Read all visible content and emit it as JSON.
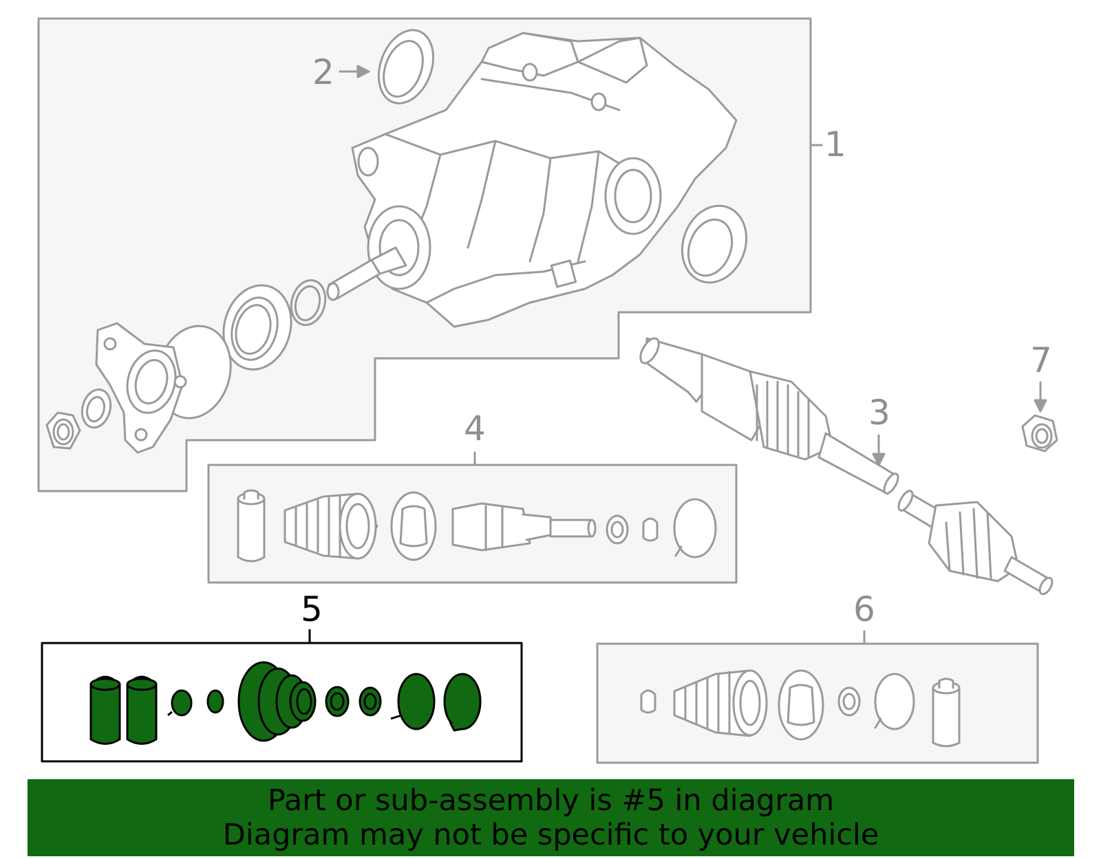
{
  "diagram": {
    "colors": {
      "line": "#9a9a9a",
      "panel": "#f6f6f6",
      "highlight": "#116a11",
      "highlight_stroke": "#000000"
    },
    "callouts": [
      {
        "id": "1",
        "label": "1"
      },
      {
        "id": "2",
        "label": "2"
      },
      {
        "id": "3",
        "label": "3"
      },
      {
        "id": "4",
        "label": "4"
      },
      {
        "id": "5",
        "label": "5",
        "highlighted": true
      },
      {
        "id": "6",
        "label": "6"
      },
      {
        "id": "7",
        "label": "7"
      }
    ]
  },
  "banner": {
    "line1": "Part or sub-assembly is #5 in diagram",
    "line2": "Diagram may not be specific to your vehicle",
    "background": "#116a11"
  }
}
